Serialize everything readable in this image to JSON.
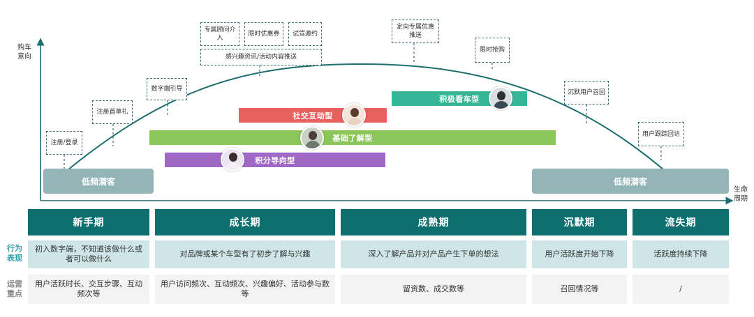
{
  "axes": {
    "y_label": "购车意向",
    "x_label": "生命周期"
  },
  "touchpoints": [
    {
      "id": "register",
      "label": "注册/登录"
    },
    {
      "id": "first-order-gift",
      "label": "注册首单礼"
    },
    {
      "id": "digital-guide",
      "label": "数字端引导"
    },
    {
      "id": "consultant",
      "label": "专属顾问介入"
    },
    {
      "id": "limited-coupon",
      "label": "限时优惠券"
    },
    {
      "id": "test-drive",
      "label": "试驾邀约"
    },
    {
      "id": "content-push",
      "label": "感兴趣资讯/活动内容推送"
    },
    {
      "id": "targeted-offer",
      "label": "定向专属优惠推送"
    },
    {
      "id": "flash-buy",
      "label": "限时抢购"
    },
    {
      "id": "recall",
      "label": "沉默用户召回"
    },
    {
      "id": "follow-up",
      "label": "用户跟踪回访"
    }
  ],
  "segments": [
    {
      "id": "active-car",
      "label": "积极看车型",
      "color": "#37b597"
    },
    {
      "id": "social",
      "label": "社交互动型",
      "color": "#e8615e"
    },
    {
      "id": "basic",
      "label": "基础了解型",
      "color": "#8bc65a"
    },
    {
      "id": "points",
      "label": "积分导向型",
      "color": "#a068c6"
    }
  ],
  "low_segments": [
    "低频潜客",
    "低频潜客"
  ],
  "avatars": [
    {
      "id": "active",
      "icon": "person-avatar-icon"
    },
    {
      "id": "social",
      "icon": "person-avatar-icon"
    },
    {
      "id": "basic",
      "icon": "person-avatar-icon"
    },
    {
      "id": "points",
      "icon": "person-avatar-icon"
    }
  ],
  "colors": {
    "curve": "#1d6e6e",
    "stage_header": "#0e6e70",
    "behavior_row": "#cfe6e8",
    "focus_row": "#f3f3f3",
    "label_behavior": "#2f9fa8",
    "label_focus": "#888888"
  },
  "table": {
    "row_labels": {
      "behavior": "行为表现",
      "focus": "运营重点"
    },
    "stages": [
      "新手期",
      "成长期",
      "成熟期",
      "沉默期",
      "流失期"
    ],
    "behavior": [
      "初入数字端，不知道该做什么或者可以做什么",
      "对品牌或某个车型有了初步了解与兴趣",
      "深入了解产品并对产品产生下单的想法",
      "用户活跃度开始下降",
      "活跃度持续下降"
    ],
    "focus": [
      "用户活跃时长、交互步骤、互动频次等",
      "用户访问频次、互动频次、兴趣偏好、活动参与数等",
      "留资数、成交数等",
      "召回情况等",
      "/"
    ]
  }
}
